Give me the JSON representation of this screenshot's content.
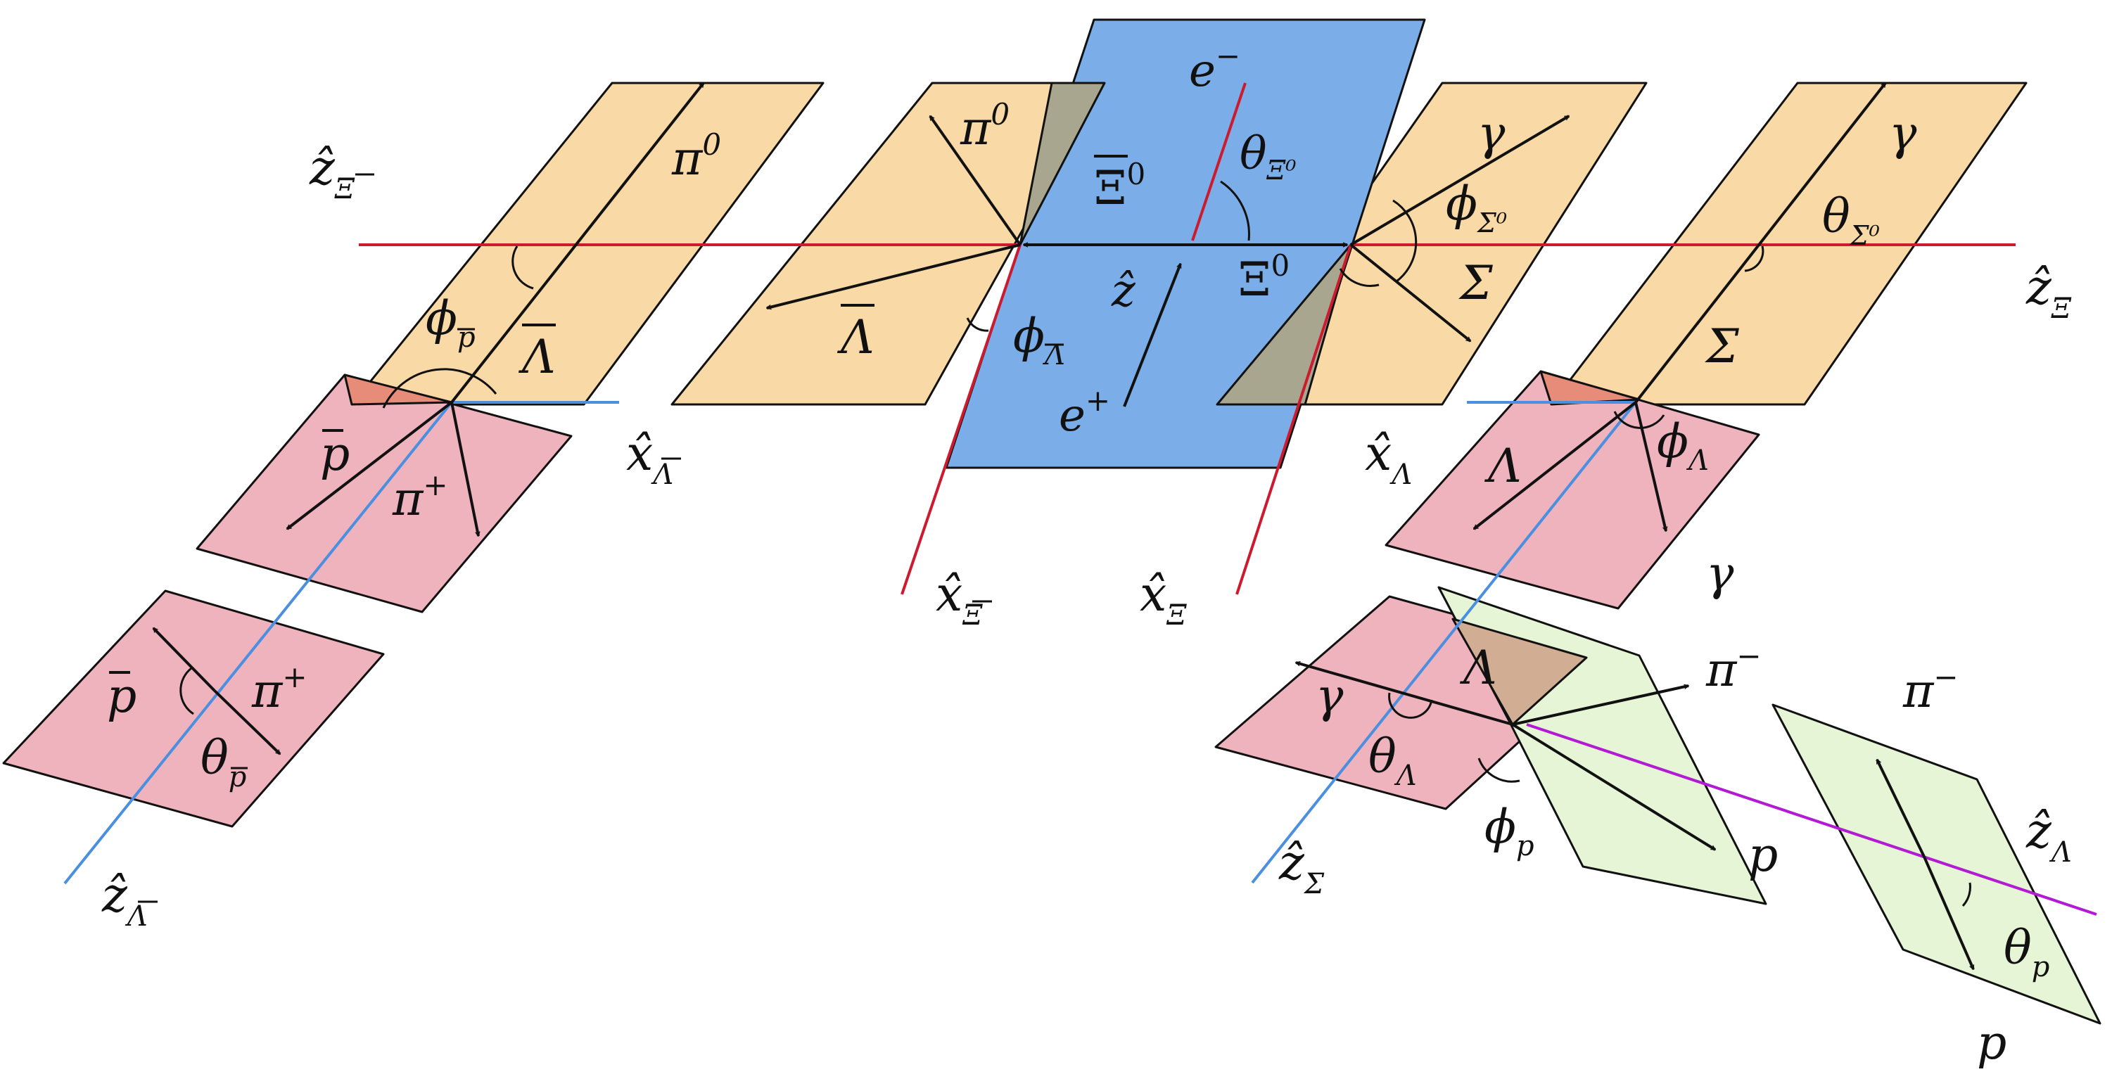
{
  "colors": {
    "orange_plane": "#f9d9a6",
    "blue_plane": "#7baee8",
    "pink_plane": "#efb3bd",
    "green_plane": "#e6f5d6",
    "overlap_gray": "#a9a690",
    "overlap_red": "#e78c78",
    "overlap_brown": "#d1ad93",
    "axis_red": "#cc1a2e",
    "axis_blue": "#4a8fe0",
    "axis_purple": "#b31ad4",
    "vector_black": "#111111"
  },
  "labels": {
    "e_minus": {
      "base": "e",
      "sup": "−"
    },
    "e_plus": {
      "base": "e",
      "sup": "+"
    },
    "z_hat": {
      "base": "ẑ"
    },
    "theta_xi0": {
      "base": "θ",
      "sub": "Ξ⁰"
    },
    "xi0_bar": {
      "base": "Ξ",
      "sup": "0"
    },
    "xi0": {
      "base": "Ξ",
      "sup": "0"
    },
    "zhat_xibar": {
      "base": "ẑ",
      "sub": "Ξ"
    },
    "zhat_xi": {
      "base": "ẑ",
      "sub": "Ξ"
    },
    "xhat_xibar": {
      "base": "x̂",
      "sub": "Ξ"
    },
    "xhat_xi": {
      "base": "x̂",
      "sub": "Ξ"
    },
    "pi0_left": {
      "base": "π",
      "sup": "0"
    },
    "pi0_center": {
      "base": "π",
      "sup": "0"
    },
    "lambda_bar_left": {
      "base": "Λ"
    },
    "lambda_bar_center": {
      "base": "Λ"
    },
    "phi_pbar": {
      "base": "ϕ",
      "sub": "p"
    },
    "phi_lambdabar": {
      "base": "ϕ",
      "sub": "Λ"
    },
    "xhat_lambdabar": {
      "base": "x̂",
      "sub": "Λ"
    },
    "pbar_upper": {
      "base": "p"
    },
    "piplus_upper": {
      "base": "π",
      "sup": "+"
    },
    "pbar_lower": {
      "base": "p"
    },
    "piplus_lower": {
      "base": "π",
      "sup": "+"
    },
    "theta_pbar": {
      "base": "θ",
      "sub": "p"
    },
    "zhat_lambdabar": {
      "base": "ẑ",
      "sub": "Λ"
    },
    "gamma_left": {
      "base": "γ"
    },
    "phi_sigma0": {
      "base": "ϕ",
      "sub": "Σ⁰"
    },
    "sigma_left": {
      "base": "Σ"
    },
    "gamma_right": {
      "base": "γ"
    },
    "theta_sigma0": {
      "base": "θ",
      "sub": "Σ⁰"
    },
    "sigma_right": {
      "base": "Σ"
    },
    "xhat_lambda": {
      "base": "x̂",
      "sub": "Λ"
    },
    "lambda_pink": {
      "base": "Λ"
    },
    "phi_lambda": {
      "base": "ϕ",
      "sub": "Λ"
    },
    "gamma_pink": {
      "base": "γ"
    },
    "lambda_lower": {
      "base": "Λ"
    },
    "gamma_lower": {
      "base": "γ"
    },
    "theta_lambda": {
      "base": "θ",
      "sub": "Λ"
    },
    "piminus_mid": {
      "base": "π",
      "sup": "−"
    },
    "p_mid": {
      "base": "p"
    },
    "phi_p": {
      "base": "ϕ",
      "sub": "p"
    },
    "zhat_sigma": {
      "base": "ẑ",
      "sub": "Σ"
    },
    "piminus_right": {
      "base": "π",
      "sup": "−"
    },
    "zhat_lambda": {
      "base": "ẑ",
      "sub": "Λ"
    },
    "theta_p": {
      "base": "θ",
      "sub": "p"
    },
    "p_right": {
      "base": "p"
    }
  }
}
